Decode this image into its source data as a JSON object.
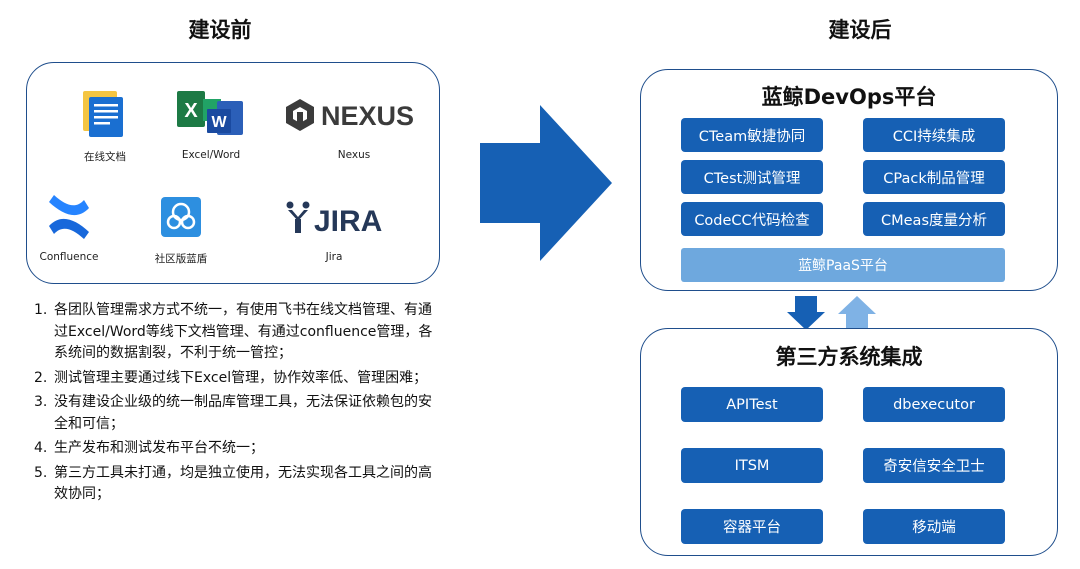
{
  "headings": {
    "before": "建设前",
    "after": "建设后"
  },
  "tools": [
    {
      "label": "在线文档",
      "icon": "online-doc-icon"
    },
    {
      "label": "Excel/Word",
      "icon": "excel-word-icon"
    },
    {
      "label": "Nexus",
      "icon": "nexus-logo",
      "logo_text": "NEXUS"
    },
    {
      "label": "Confluence",
      "icon": "confluence-icon"
    },
    {
      "label": "社区版蓝盾",
      "icon": "bluekin-shield-icon"
    },
    {
      "label": "Jira",
      "icon": "jira-logo",
      "logo_text": "JIRA"
    }
  ],
  "issues": [
    {
      "num": "1.",
      "text": "各团队管理需求方式不统一，有使用飞书在线文档管理、有通过Excel/Word等线下文档管理、有通过confluence管理，各系统间的数据割裂，不利于统一管控；"
    },
    {
      "num": "2.",
      "text": "测试管理主要通过线下Excel管理，协作效率低、管理困难；"
    },
    {
      "num": "3.",
      "text": "没有建设企业级的统一制品库管理工具，无法保证依赖包的安全和可信；"
    },
    {
      "num": "4.",
      "text": "生产发布和测试发布平台不统一；"
    },
    {
      "num": "5.",
      "text": "第三方工具未打通，均是独立使用，无法实现各工具之间的高效协同；"
    }
  ],
  "devops": {
    "title": "蓝鲸DevOps平台",
    "modules": [
      "CTeam敏捷协同",
      "CCI持续集成",
      "CTest测试管理",
      "CPack制品管理",
      "CodeCC代码检查",
      "CMeas度量分析"
    ],
    "paas": "蓝鲸PaaS平台"
  },
  "third_party": {
    "title": "第三方系统集成",
    "modules": [
      "APITest",
      "dbexecutor",
      "ITSM",
      "奇安信安全卫士",
      "容器平台",
      "移动端"
    ]
  },
  "colors": {
    "border": "#1f4e8c",
    "module_blue": "#1660b4",
    "paas_light": "#6ea8de",
    "arrow_dark": "#1660b4",
    "arrow_light": "#7fb2e5"
  }
}
